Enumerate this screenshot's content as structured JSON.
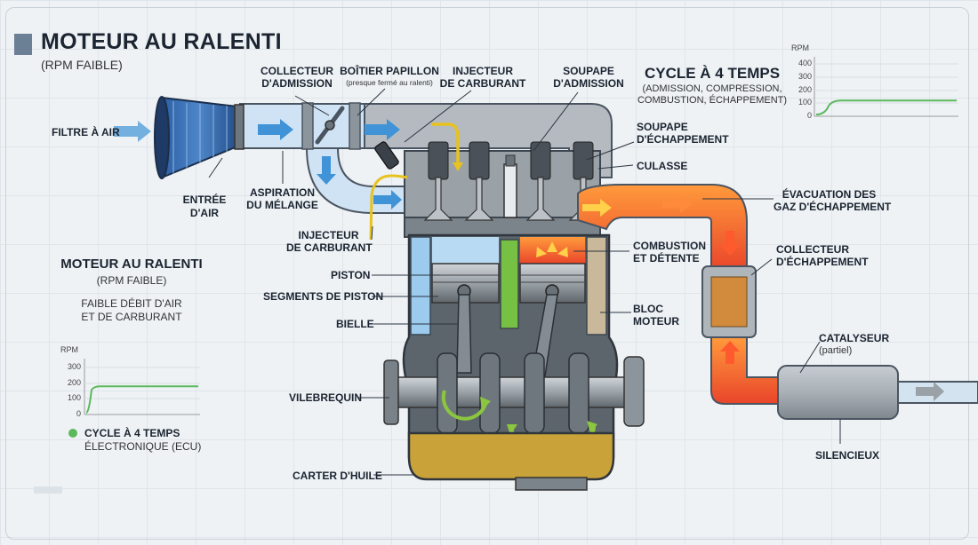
{
  "title": {
    "main": "MOTEUR AU RALENTI",
    "sub": "(RPM FAIBLE)"
  },
  "cycle": {
    "title": "CYCLE À 4 TEMPS",
    "desc_line1": "(ADMISSION, COMPRESSION,",
    "desc_line2": "COMBUSTION, ÉCHAPPEMENT)"
  },
  "left_panel": {
    "title": "MOTEUR AU RALENTI",
    "sub": "(RPM FAIBLE)",
    "desc_line1": "FAIBLE DÉBIT D'AIR",
    "desc_line2": "ET DE CARBURANT",
    "legend_line1": "CYCLE À 4 TEMPS",
    "legend_line2": "ÉLECTRONIQUE (ECU)"
  },
  "labels": {
    "filtre": "FILTRE À AIR",
    "entree_1": "ENTRÉE",
    "entree_2": "D'AIR",
    "collecteur_adm_1": "COLLECTEUR",
    "collecteur_adm_2": "D'ADMISSION",
    "boitier_1": "BOÎTIER PAPILLON",
    "boitier_2": "(presque fermé au ralenti)",
    "injecteur_top_1": "INJECTEUR",
    "injecteur_top_2": "DE CARBURANT",
    "soupape_adm_1": "SOUPAPE",
    "soupape_adm_2": "D'ADMISSION",
    "aspiration_1": "ASPIRATION",
    "aspiration_2": "DU MÉLANGE",
    "injecteur_low_1": "INJECTEUR",
    "injecteur_low_2": "DE CARBURANT",
    "piston": "PISTON",
    "segments": "SEGMENTS DE PISTON",
    "bielle": "BIELLE",
    "vilebrequin": "VILEBREQUIN",
    "carter": "CARTER D'HUILE",
    "soupape_ech_1": "SOUPAPE",
    "soupape_ech_2": "D'ÉCHAPPEMENT",
    "culasse": "CULASSE",
    "evacuation_1": "ÉVACUATION DES",
    "evacuation_2": "GAZ D'ÉCHAPPEMENT",
    "combustion_1": "COMBUSTION",
    "combustion_2": "ET DÉTENTE",
    "collecteur_ech_1": "COLLECTEUR",
    "collecteur_ech_2": "D'ÉCHAPPEMENT",
    "bloc_1": "BLOC",
    "bloc_2": "MOTEUR",
    "catalyseur_1": "CATALYSEUR",
    "catalyseur_2": "(partiel)",
    "silencieux": "SILENCIEUX"
  },
  "rpm_charts": {
    "ylabel": "RPM",
    "top_ticks": [
      "400",
      "300",
      "200",
      "100",
      "0"
    ],
    "left_ticks": [
      "300",
      "200",
      "100",
      "0"
    ],
    "top_level": 120,
    "left_level": 180
  },
  "colors": {
    "intake": "#3f93d6",
    "exhaust": "#ef6a2e",
    "fuel": "#e8c21e",
    "ecu_green": "#5cb85c",
    "metal": "#8e969d",
    "oil": "#c9a23a"
  }
}
